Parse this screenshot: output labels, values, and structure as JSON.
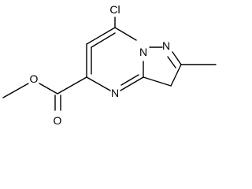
{
  "molecule": {
    "atoms": {
      "chlorine": "Cl",
      "n_bridge": "N",
      "n_pyrazole": "N",
      "n_pyrimidine": "N",
      "o_ester": "O",
      "o_carbonyl": "O"
    },
    "colors": {
      "bond": "#000000",
      "label": "#000000",
      "background": "#ffffff"
    }
  }
}
